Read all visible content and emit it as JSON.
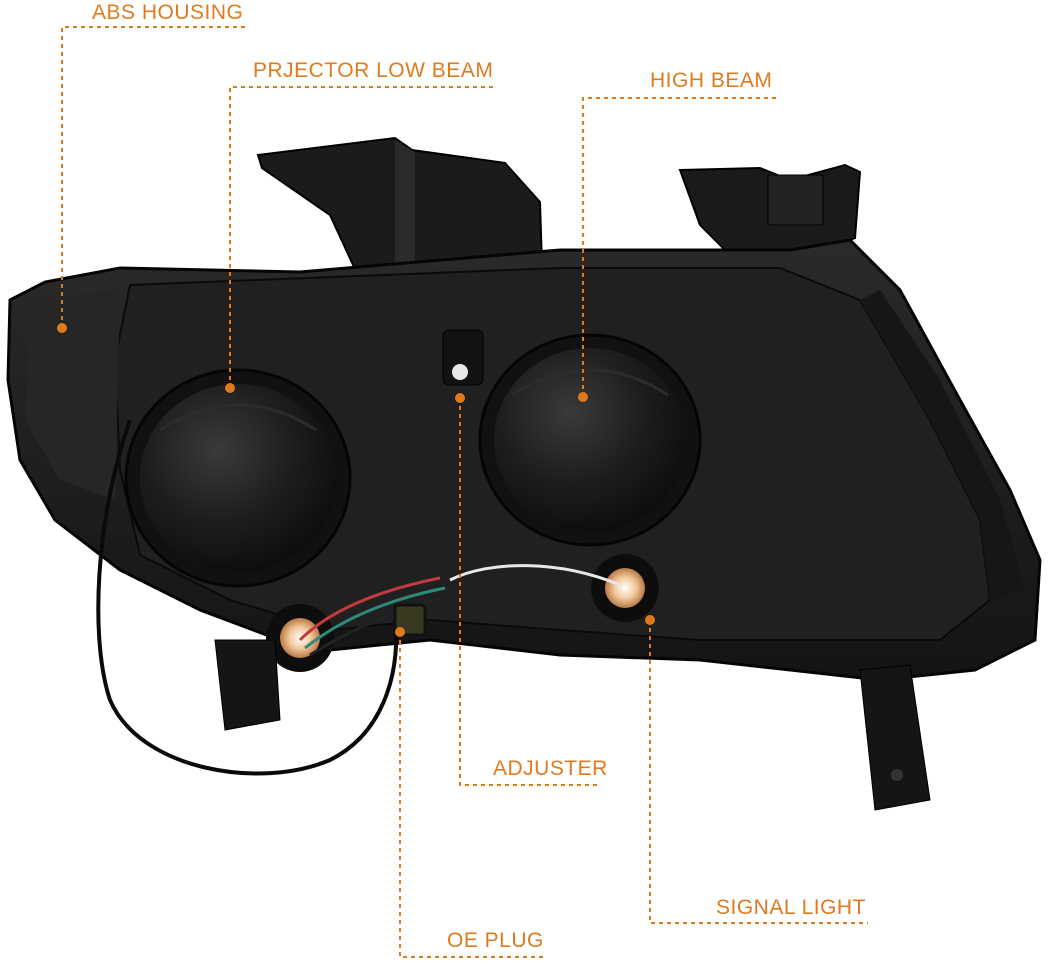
{
  "colors": {
    "accent": "#e07a1f",
    "housing": "#1c1c1c",
    "background": "#ffffff"
  },
  "callouts": {
    "abs_housing": "ABS HOUSING",
    "projector_low_beam": "PRJECTOR LOW BEAM",
    "high_beam": "HIGH BEAM",
    "adjuster": "ADJUSTER",
    "signal_light": "SIGNAL LIGHT",
    "oe_plug": "OE PLUG"
  }
}
